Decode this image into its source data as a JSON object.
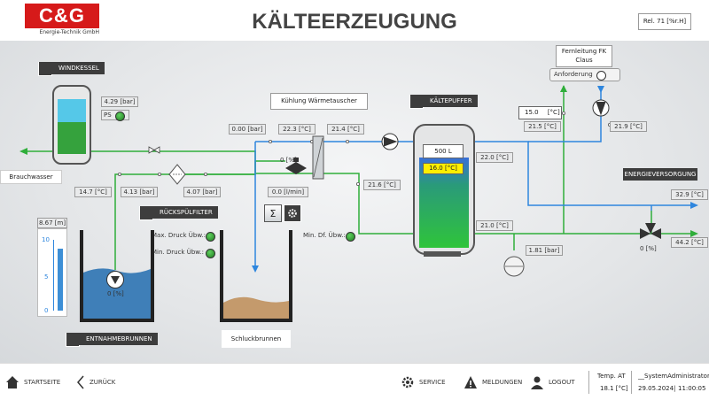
{
  "header": {
    "logo_text": "C&G",
    "logo_sub": "Energie-Technik GmbH",
    "title": "KÄLTEERZEUGUNG",
    "rel_humidity": "Rel. 71 [%r.H]"
  },
  "windkessel": {
    "title": "WINDKESSEL",
    "pressure": "4.29 [bar]",
    "ps_label": "PS"
  },
  "brauchwasser": "Brauchwasser",
  "filter": {
    "title": "RÜCKSPÜLFILTER",
    "temp": "14.7 [°C]",
    "pressure_in": "4.13 [bar]",
    "pressure_out": "4.07 [bar]",
    "max_label": "Max. Druck Übw.:",
    "min_label": "Min. Druck Übw.:"
  },
  "kuehlung": {
    "title": "Kühlung Wärmetauscher",
    "pressure": "0.00 [bar]",
    "temp_mid": "22.3 [°C]",
    "temp_right": "21.4 [°C]",
    "valve": "0 [%]",
    "flow": "0.0 [l/min]",
    "sigma": "Σ"
  },
  "kaeltepuffer": {
    "title": "KÄLTEPUFFER",
    "volume": "500 L",
    "setpoint": "16.0 [°C]",
    "temp_left": "21.6 [°C]",
    "temp_top": "22.0 [°C]",
    "temp_bottom": "21.0 [°C]",
    "min_df_label": "Min. Df. Übw.:",
    "pressure": "1.81 [bar]"
  },
  "fernleitung": {
    "title": "Fernleitung FK Claus",
    "anforderung": "Anforderung",
    "setpoint": "15.0",
    "unit": "[°C]",
    "temp_left": "21.5 [°C]",
    "temp_right": "21.9 [°C]"
  },
  "energieversorgung": {
    "title": "ENERGIEVERSORGUNG",
    "temp_top": "32.9 [°C]",
    "valve": "0 [%]",
    "temp_bottom": "44.2 [°C]"
  },
  "entnahmebrunnen": {
    "title": "ENTNAHMEBRUNNEN",
    "level": "8.67 [m]",
    "scale": [
      "10",
      "5",
      "0"
    ],
    "level_fraction": 0.87,
    "pump": "0 [%]"
  },
  "schluckbrunnen": "Schluckbrunnen",
  "footer": {
    "startseite": "STARTSEITE",
    "zurueck": "ZURÜCK",
    "service": "SERVICE",
    "meldungen": "MELDUNGEN",
    "logout": "LOGOUT",
    "temp_label": "Temp. AT",
    "temp_value": "18.1 [°C]",
    "user": "__SystemAdministrator",
    "date": "29.05.2024",
    "time": "11:00:05"
  },
  "colors": {
    "water_green": "#2fae3a",
    "pipe_blue": "#2e86de",
    "panel_dark": "#3d3d3d",
    "logo_red": "#d61a1a"
  }
}
